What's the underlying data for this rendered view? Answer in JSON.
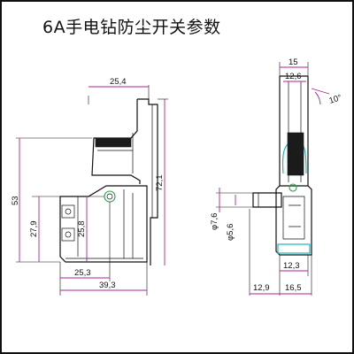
{
  "title": "6A手电钻防尘开关参数",
  "colors": {
    "dimension_line": "#b0209a",
    "accent_cyan": "#18b7c4",
    "accent_green": "#22a245",
    "line": "#111111"
  },
  "left_view": {
    "dims": {
      "top_width": "25,4",
      "overall_height": "72,1",
      "left_height": "53",
      "body_height": "27,9",
      "socket_height": "25,8",
      "inner_width": "25,3",
      "overall_width": "39,3"
    }
  },
  "right_view": {
    "dims": {
      "top_width": "15",
      "inner_top_width": "12,6",
      "angle": "10°",
      "dia_outer": "φ7,6",
      "dia_inner": "φ5,6",
      "bottom_width": "12,3",
      "left_offset": "12,9",
      "right_offset": "16,5"
    }
  }
}
